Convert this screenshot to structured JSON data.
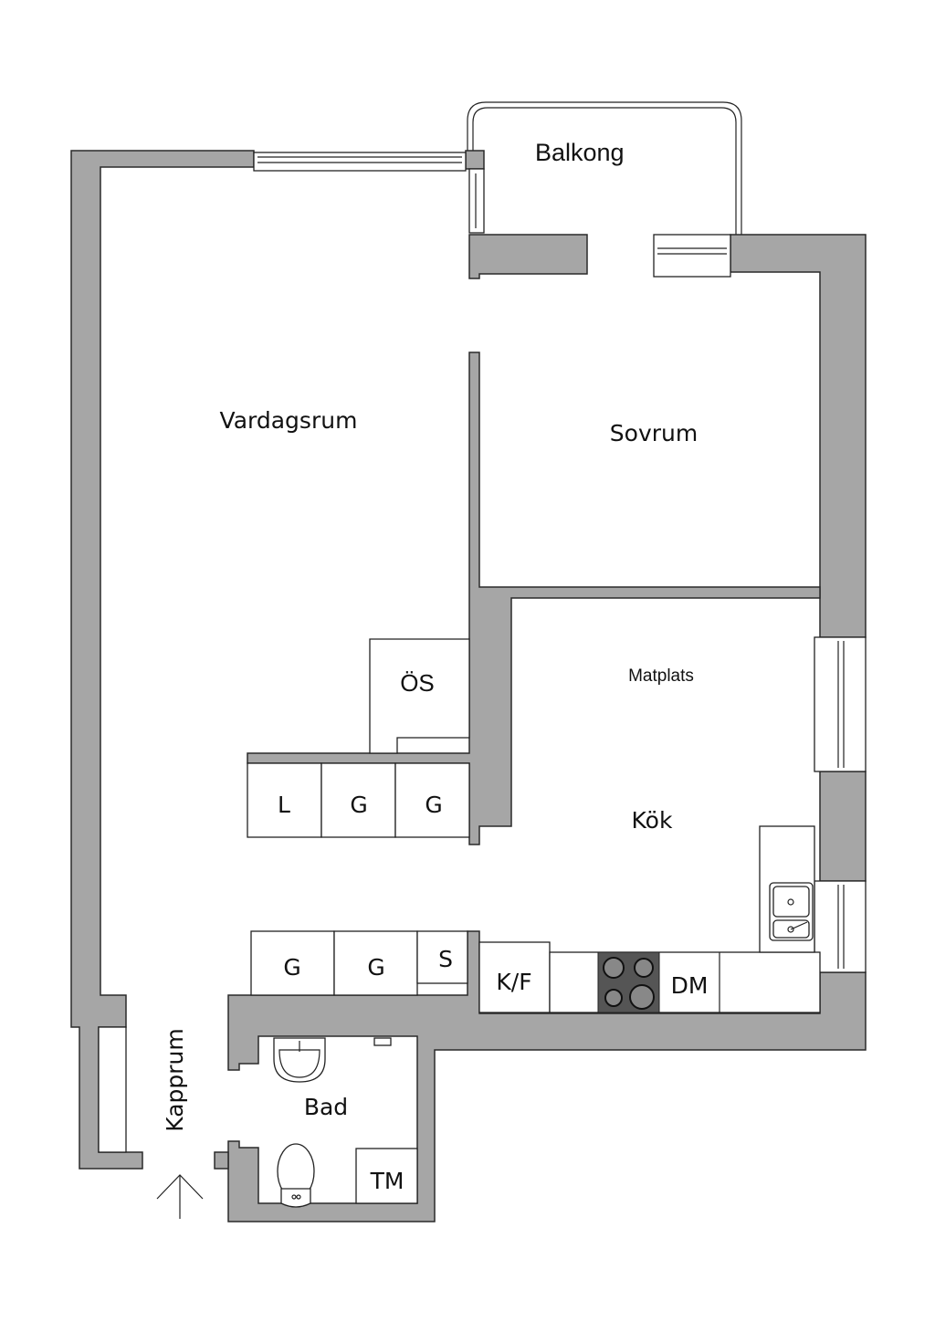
{
  "plan": {
    "rooms": {
      "balcony": "Balkong",
      "living": "Vardagsrum",
      "bedroom": "Sovrum",
      "dining": "Matplats",
      "kitchen": "Kök",
      "hall": "Kapprum",
      "bath": "Bad",
      "closet_os": "ÖS"
    },
    "fixtures": {
      "l": "L",
      "g1": "G",
      "g2": "G",
      "g3": "G",
      "g4": "G",
      "s": "S",
      "kf": "K/F",
      "dm": "DM",
      "tm": "TM"
    },
    "colors": {
      "wall": "#a6a6a6",
      "stove": "#555555"
    }
  }
}
